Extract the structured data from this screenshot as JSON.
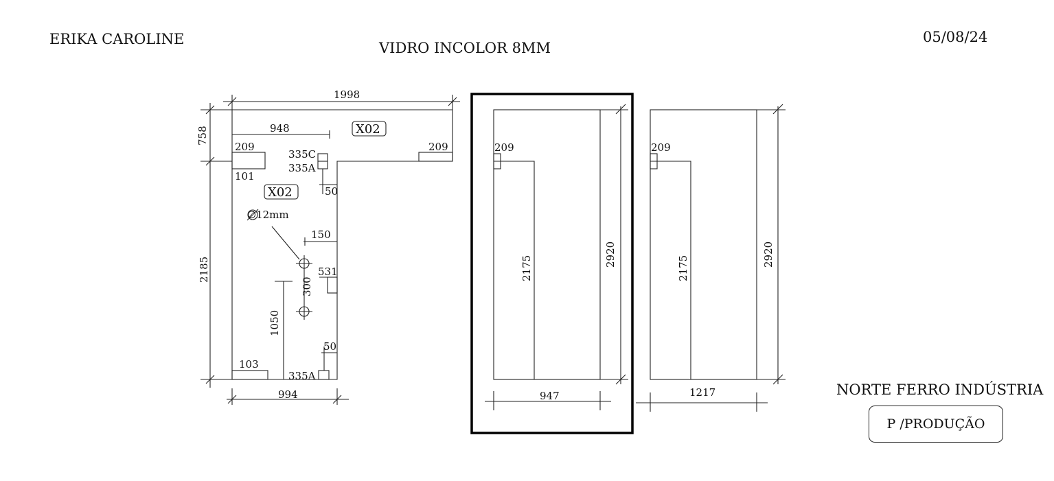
{
  "header": {
    "client": "ERIKA CAROLINE",
    "title": "VIDRO INCOLOR 8MM",
    "date": "05/08/24"
  },
  "footer": {
    "company": "NORTE FERRO INDÚSTRIA",
    "stamp": "P /PRODUÇÃO"
  },
  "pieces": {
    "p1": {
      "top_width": "1998",
      "left_upper": "758",
      "left_lower": "2185",
      "bottom_width": "994",
      "notch_width": "948",
      "tag_upper": "X02",
      "tag_lower": "X02",
      "hinge_left": "209",
      "hinge_right": "209",
      "hinge_left_offset": "101",
      "lock_c": "335C",
      "lock_a": "335A",
      "lock_a_bottom": "335A",
      "gap_top": "50",
      "gap_bottom": "50",
      "hole_diameter": "∅12mm",
      "hole_offset": "150",
      "hole_spacing": "300",
      "handle": "531",
      "hole_height": "1050",
      "bottom_hinge": "103"
    },
    "p2": {
      "width": "947",
      "height": "2920",
      "inner_height": "2175",
      "hinge": "209"
    },
    "p3": {
      "width": "1217",
      "height": "2920",
      "inner_height": "2175",
      "hinge": "209"
    }
  }
}
